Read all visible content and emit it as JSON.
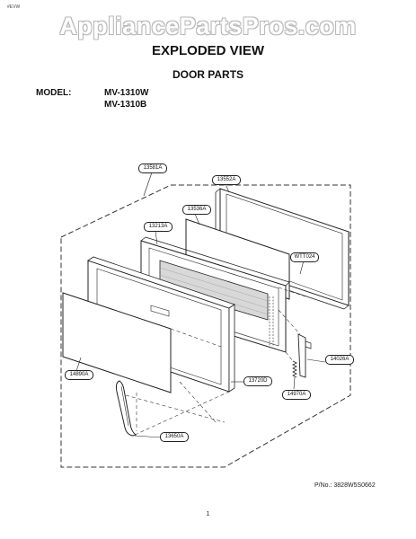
{
  "header": {
    "corner_tag": "#EVW",
    "watermark": "AppliancePartsPros.com",
    "title": "EXPLODED VIEW",
    "subtitle": "DOOR PARTS",
    "model_label": "MODEL:",
    "models": [
      "MV-1310W",
      "MV-1310B"
    ]
  },
  "callouts": {
    "c13581A": "13581A",
    "c13552A": "13552A",
    "c13536A": "13536A",
    "c13213A": "13213A",
    "cWTT024": "WTT024",
    "c14026A": "14026A",
    "c14970A": "14970A",
    "c13720D": "13720D",
    "c14890A": "14890A",
    "c13650A": "13650A"
  },
  "footer": {
    "part_no": "P/No.: 3828W5S0662",
    "page": "1"
  }
}
